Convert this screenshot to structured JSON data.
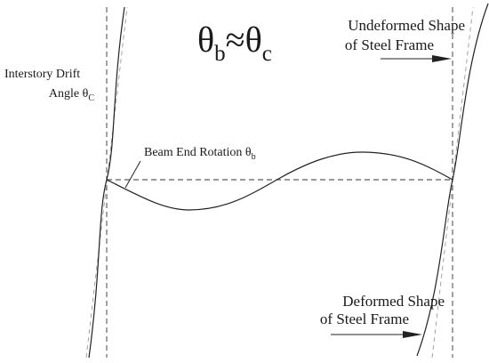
{
  "equation": {
    "lhs_symbol": "θ",
    "lhs_subscript": "b",
    "relation": "≈",
    "rhs_symbol": "θ",
    "rhs_subscript": "c"
  },
  "labels": {
    "undeformed_line1": "Undeformed Shape",
    "undeformed_line2": "of Steel Frame",
    "drift_line1": "Interstory Drift",
    "drift_line2_text": "Angle θ",
    "drift_line2_subscript": "C",
    "beam_rotation_text": "Beam End Rotation θ",
    "beam_rotation_subscript": "b",
    "deformed_line1": "Deformed Shape",
    "deformed_line2": "of Steel Frame"
  },
  "colors": {
    "line": "#222222",
    "dashed_column": "#555555",
    "dashed_chord": "#9a9a9a",
    "background": "#ffffff"
  }
}
